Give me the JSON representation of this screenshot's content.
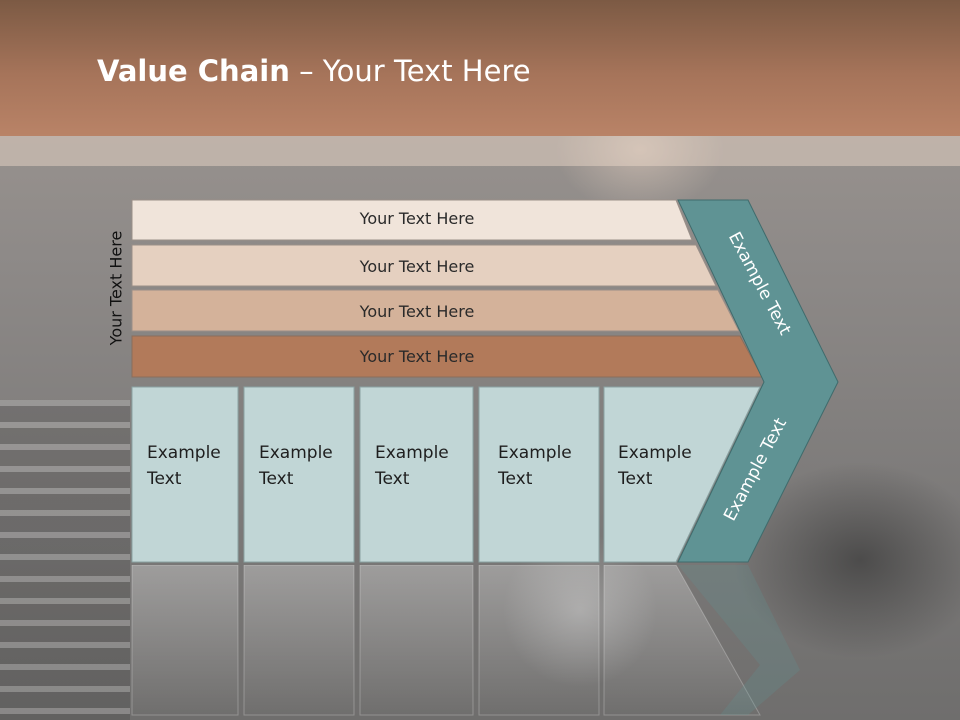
{
  "title": {
    "bold": "Value Chain",
    "rest": " – Your Text Here"
  },
  "side_label": "Your Text Here",
  "rows": [
    {
      "label": "Your Text Here",
      "color": "#f0e4da"
    },
    {
      "label": "Your Text Here",
      "color": "#e5d0c0"
    },
    {
      "label": "Your Text Here",
      "color": "#d4b29a"
    },
    {
      "label": "Your Text Here",
      "color": "#b27a5a"
    }
  ],
  "boxes": [
    {
      "line1": "Example",
      "line2": "Text"
    },
    {
      "line1": "Example",
      "line2": "Text"
    },
    {
      "line1": "Example",
      "line2": "Text"
    },
    {
      "line1": "Example",
      "line2": "Text"
    },
    {
      "line1": "Example",
      "line2": "Text"
    }
  ],
  "arrow": {
    "upper_label": "Example Text",
    "lower_label": "Example Text",
    "color": "#5f9394"
  },
  "colors": {
    "box_fill": "#c1d6d6",
    "header": "#a6745a"
  }
}
